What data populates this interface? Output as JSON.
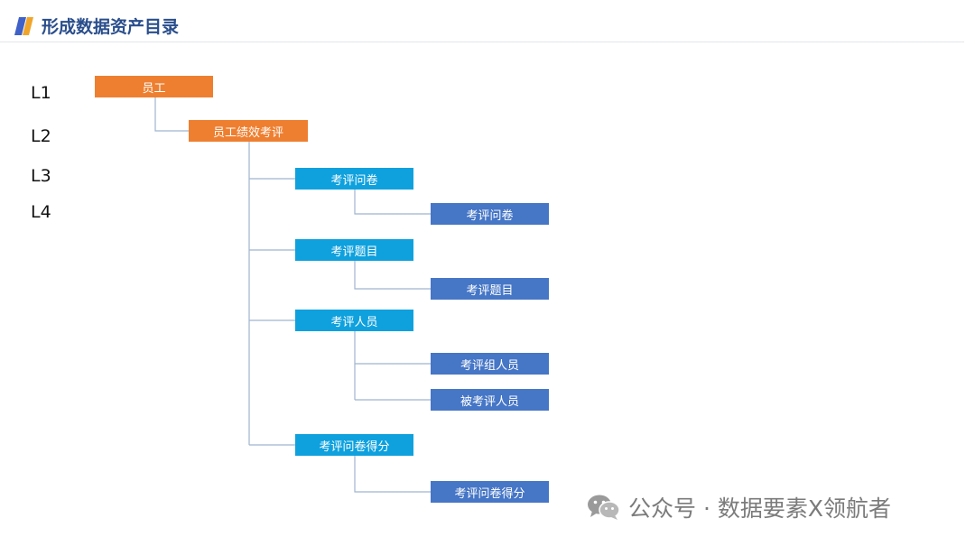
{
  "header": {
    "title": "形成数据资产目录",
    "accent_colors": [
      "#3f61c8",
      "#f0a52a"
    ],
    "title_color": "#2a4e8c"
  },
  "levels": [
    "L1",
    "L2",
    "L3",
    "L4"
  ],
  "tree": {
    "label": "员工",
    "children": [
      {
        "label": "员工绩效考评",
        "children": [
          {
            "label": "考评问卷",
            "children": [
              {
                "label": "考评问卷"
              }
            ]
          },
          {
            "label": "考评题目",
            "children": [
              {
                "label": "考评题目"
              }
            ]
          },
          {
            "label": "考评人员",
            "children": [
              {
                "label": "考评组人员"
              },
              {
                "label": "被考评人员"
              }
            ]
          },
          {
            "label": "考评问卷得分",
            "children": [
              {
                "label": "考评问卷得分"
              }
            ]
          }
        ]
      }
    ]
  },
  "node_colors": {
    "l1": "#ee7f30",
    "l2": "#ee7f30",
    "l3": "#0fa1de",
    "l4": "#4676c6",
    "connector": "#9fb4cf"
  },
  "watermark": {
    "icon": "wechat-icon",
    "text": "公众号 · 数据要素X领航者"
  }
}
